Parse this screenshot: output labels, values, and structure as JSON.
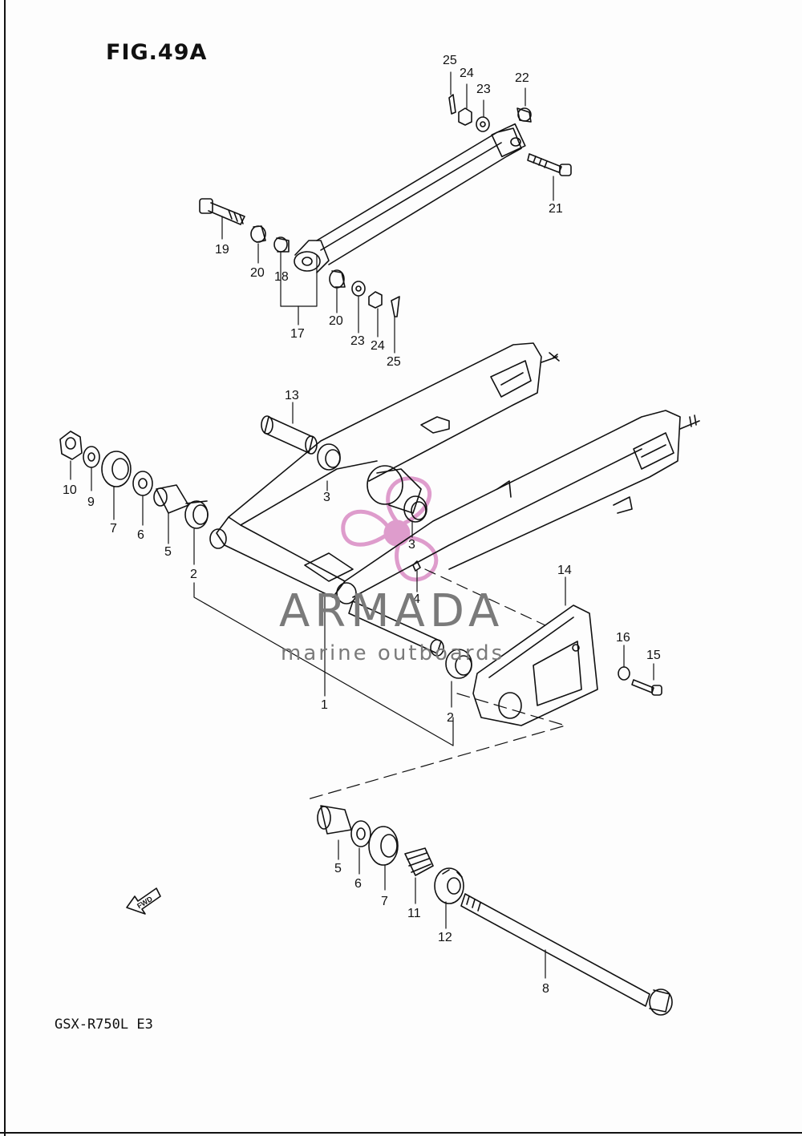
{
  "figure": {
    "title": "FIG.49A",
    "model": "GSX-R750L E3"
  },
  "watermark": {
    "brand": "ARMADA",
    "tagline": "marine outboards",
    "logo_color": "#d98cc4",
    "text_color": "#7a7a7a"
  },
  "fwd_arrow_label": "FWD",
  "callouts": [
    {
      "id": "c25a",
      "text": "25"
    },
    {
      "id": "c24a",
      "text": "24"
    },
    {
      "id": "c23a",
      "text": "23"
    },
    {
      "id": "c22",
      "text": "22"
    },
    {
      "id": "c21",
      "text": "21"
    },
    {
      "id": "c19",
      "text": "19"
    },
    {
      "id": "c20a",
      "text": "20"
    },
    {
      "id": "c18",
      "text": "18"
    },
    {
      "id": "c17",
      "text": "17"
    },
    {
      "id": "c20b",
      "text": "20"
    },
    {
      "id": "c23b",
      "text": "23"
    },
    {
      "id": "c24b",
      "text": "24"
    },
    {
      "id": "c25b",
      "text": "25"
    },
    {
      "id": "c13",
      "text": "13"
    },
    {
      "id": "c10",
      "text": "10"
    },
    {
      "id": "c9",
      "text": "9"
    },
    {
      "id": "c7a",
      "text": "7"
    },
    {
      "id": "c6a",
      "text": "6"
    },
    {
      "id": "c5a",
      "text": "5"
    },
    {
      "id": "c2a",
      "text": "2"
    },
    {
      "id": "c3a",
      "text": "3"
    },
    {
      "id": "c3b",
      "text": "3"
    },
    {
      "id": "c1",
      "text": "1"
    },
    {
      "id": "c4",
      "text": "4"
    },
    {
      "id": "c14",
      "text": "14"
    },
    {
      "id": "c16",
      "text": "16"
    },
    {
      "id": "c15",
      "text": "15"
    },
    {
      "id": "c2b",
      "text": "2"
    },
    {
      "id": "c5b",
      "text": "5"
    },
    {
      "id": "c6b",
      "text": "6"
    },
    {
      "id": "c7b",
      "text": "7"
    },
    {
      "id": "c11",
      "text": "11"
    },
    {
      "id": "c12",
      "text": "12"
    },
    {
      "id": "c8",
      "text": "8"
    }
  ]
}
